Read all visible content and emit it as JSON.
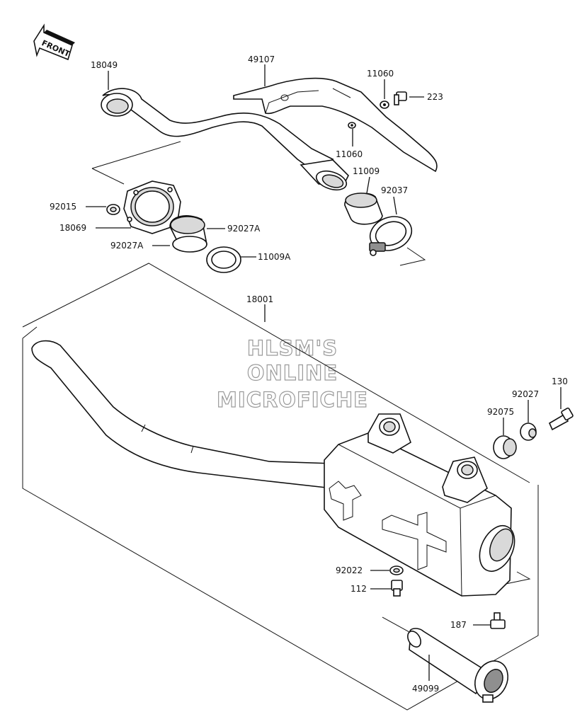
{
  "front_label": "FRONT",
  "watermark": {
    "line1": "HLSM'S",
    "line2": "ONLINE",
    "line3": "MICROFICHE"
  },
  "parts": [
    {
      "id": "part-18049",
      "number": "18049"
    },
    {
      "id": "part-49107",
      "number": "49107"
    },
    {
      "id": "part-11060-a",
      "number": "11060"
    },
    {
      "id": "part-223",
      "number": "223"
    },
    {
      "id": "part-11060-b",
      "number": "11060"
    },
    {
      "id": "part-11009",
      "number": "11009"
    },
    {
      "id": "part-92037",
      "number": "92037"
    },
    {
      "id": "part-92015",
      "number": "92015"
    },
    {
      "id": "part-18069",
      "number": "18069"
    },
    {
      "id": "part-92027a-1",
      "number": "92027A"
    },
    {
      "id": "part-92027a-2",
      "number": "92027A"
    },
    {
      "id": "part-11009a",
      "number": "11009A"
    },
    {
      "id": "part-18001",
      "number": "18001"
    },
    {
      "id": "part-130",
      "number": "130"
    },
    {
      "id": "part-92027",
      "number": "92027"
    },
    {
      "id": "part-92075",
      "number": "92075"
    },
    {
      "id": "part-92022",
      "number": "92022"
    },
    {
      "id": "part-112",
      "number": "112"
    },
    {
      "id": "part-187",
      "number": "187"
    },
    {
      "id": "part-49099",
      "number": "49099"
    }
  ]
}
